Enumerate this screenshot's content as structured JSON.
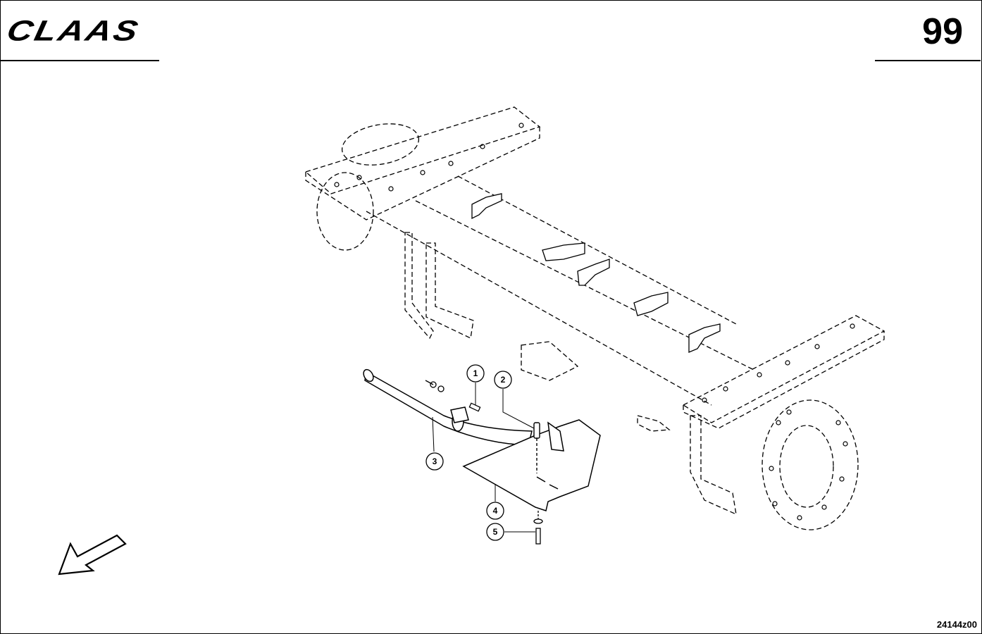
{
  "header": {
    "brand": "CLAAS",
    "page_number": "99"
  },
  "footer": {
    "drawing_id": "24144z00"
  },
  "callouts": [
    "1",
    "2",
    "3",
    "4",
    "5"
  ],
  "icons": {
    "direction": "arrow-down-left-icon"
  },
  "colors": {
    "ink": "#000000",
    "paper": "#ffffff"
  }
}
